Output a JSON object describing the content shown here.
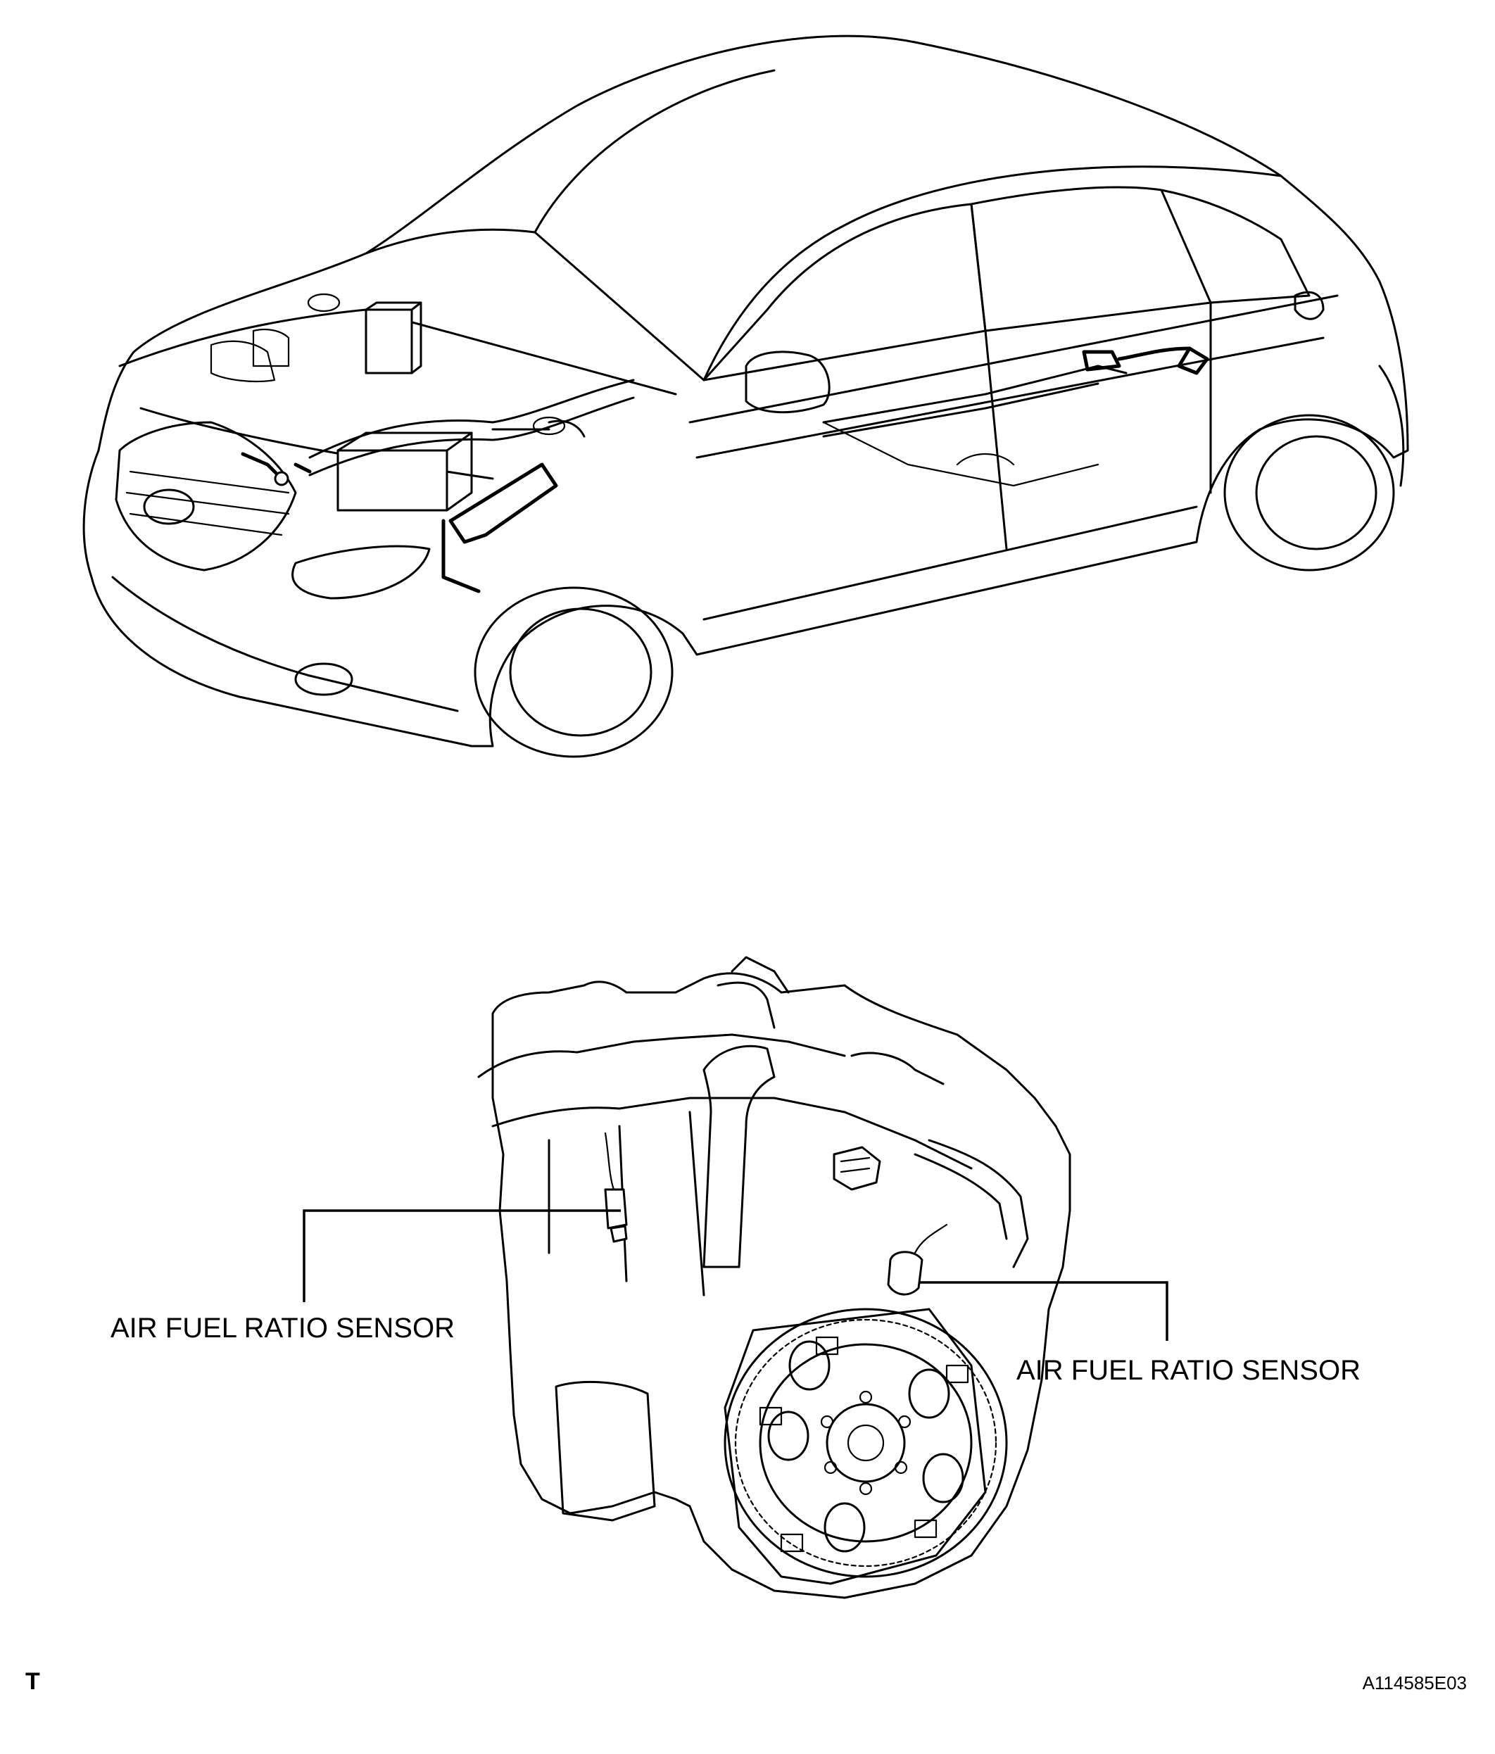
{
  "labels": {
    "sensor_left": "AIR FUEL RATIO SENSOR",
    "sensor_right": "AIR FUEL RATIO SENSOR"
  },
  "corner_mark": "T",
  "figure_code": "A114585E03"
}
